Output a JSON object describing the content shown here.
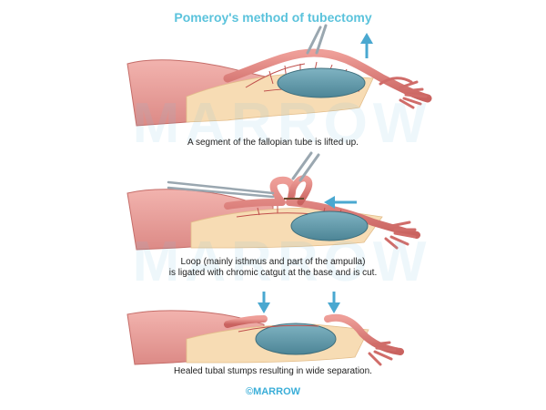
{
  "title": "Pomeroy's method of tubectomy",
  "steps": [
    {
      "caption": "A segment of the fallopian tube is lifted up."
    },
    {
      "caption_lines": [
        "Loop (mainly isthmus and part of the ampulla)",
        "is ligated with chromic catgut at the base and is cut."
      ]
    },
    {
      "caption": "Healed tubal stumps resulting in wide separation."
    }
  ],
  "watermark": "MARROW",
  "logo": {
    "symbol": "©",
    "text": "MARROW"
  },
  "colors": {
    "title": "#5bc3dc",
    "tissue": "#e89a9a",
    "tube": "#d9706e",
    "ovary": "#5f97a8",
    "broad_ligament": "#f6d9b0",
    "arrow": "#4aa8d0",
    "instrument": "#b8c4cc"
  }
}
